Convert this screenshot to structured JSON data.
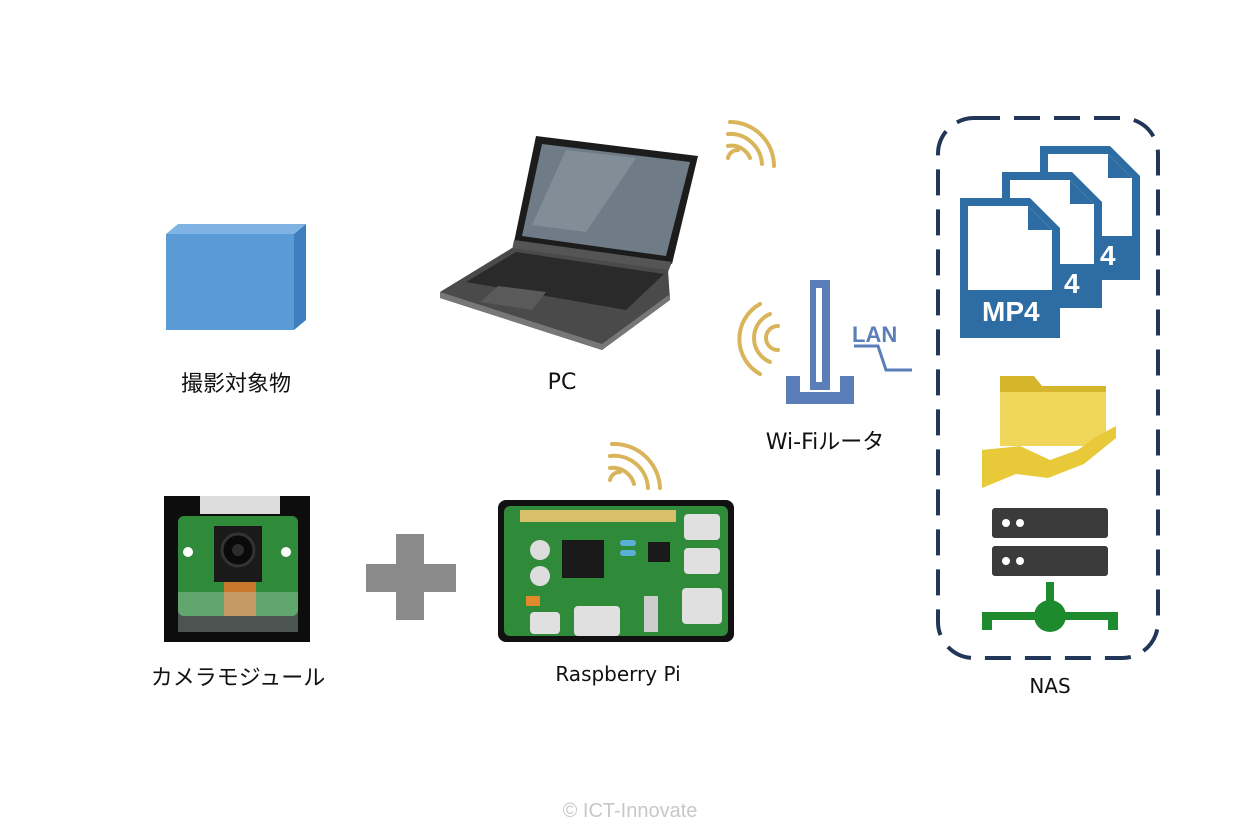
{
  "nodes": {
    "object_label": "撮影対象物",
    "pc_label": "PC",
    "router_label": "Wi-Fiルータ",
    "lan_label": "LAN",
    "camera_label": "カメラモジュール",
    "pi_label": "Raspberry Pi",
    "nas_label": "NAS",
    "mp4_label": "MP4",
    "mp4_partial_label": "4"
  },
  "footer": {
    "copyright": "© ICT-Innovate"
  },
  "colors": {
    "object_box": "#5b9bd5",
    "wifi_waves": "#d9b45a",
    "router": "#5b7db8",
    "file_icons": "#2e6da4",
    "folder": "#e8c93a",
    "server": "#3b3b3b",
    "network": "#1e8a2e",
    "nas_border": "#22365a",
    "plus": "#8a8a8a",
    "pcb": "#2f8a3a"
  },
  "icons": [
    "box-icon",
    "laptop-icon",
    "wifi-icon",
    "router-icon",
    "camera-icon",
    "plus-icon",
    "raspberry-pi-icon",
    "file-icon",
    "folder-hand-icon",
    "server-icon",
    "network-icon"
  ]
}
